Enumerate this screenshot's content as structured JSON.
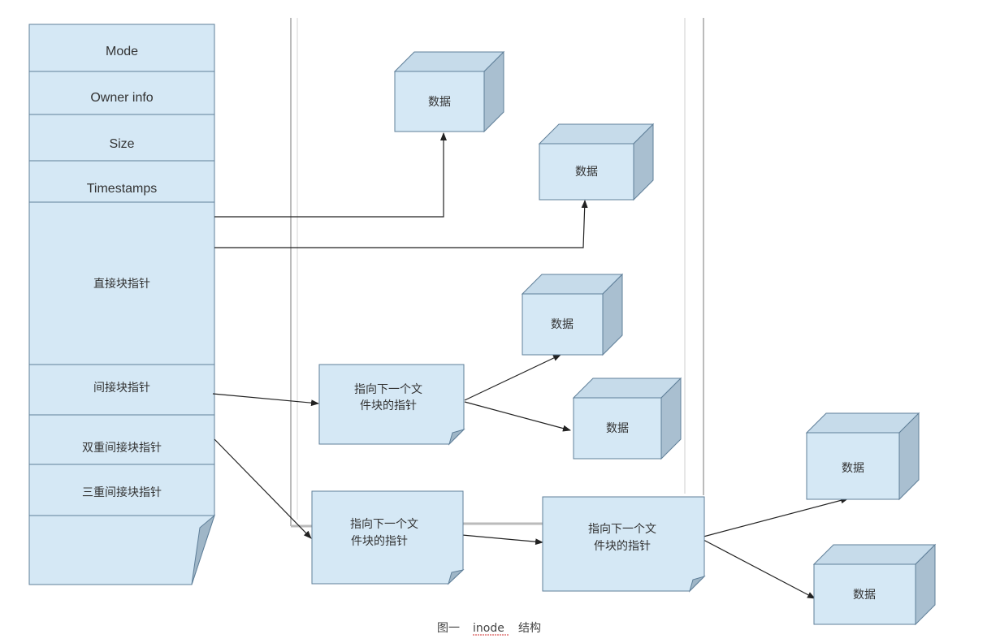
{
  "inode": {
    "fields": [
      {
        "id": "mode",
        "label": "Mode"
      },
      {
        "id": "owner",
        "label": "Owner info"
      },
      {
        "id": "size",
        "label": "Size"
      },
      {
        "id": "timestamps",
        "label": "Timestamps"
      },
      {
        "id": "direct",
        "label": "直接块指针"
      },
      {
        "id": "indirect",
        "label": "间接块指针"
      },
      {
        "id": "double-indirect",
        "label": "双重间接块指针"
      },
      {
        "id": "triple-indirect",
        "label": "三重间接块指针"
      }
    ]
  },
  "pointer_block_label_lines": [
    "指向下一个文",
    "件块的指针"
  ],
  "data_block_label": "数据",
  "caption": {
    "prefix": "图一",
    "word": "inode",
    "suffix": "结构"
  },
  "colors": {
    "fill": "#d5e8f5",
    "stroke": "#5f7f99",
    "cube_side": "#a9bfd0",
    "cube_top": "#c6dbea",
    "fold": "#9fb6c7",
    "line": "#222222",
    "panel": "#bbbbbb"
  }
}
